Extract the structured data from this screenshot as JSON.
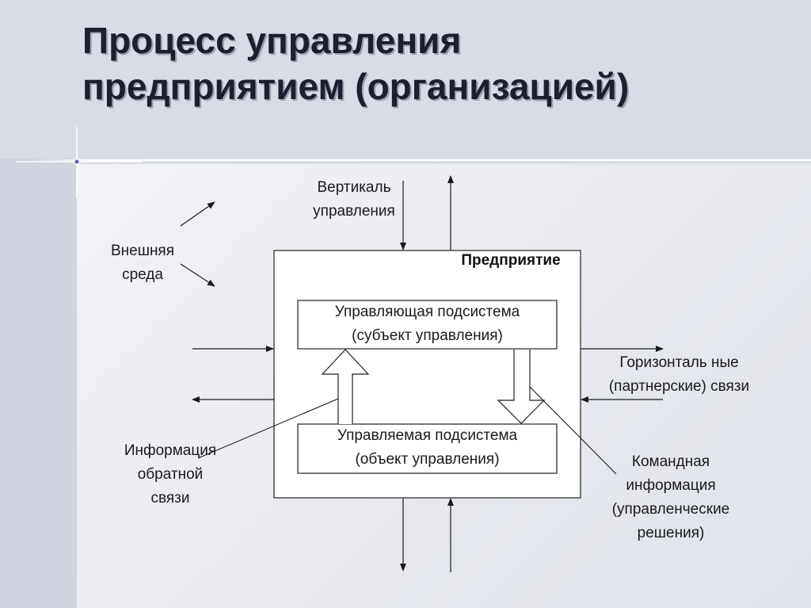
{
  "title": {
    "line1": "Процесс управления",
    "line2": "предприятием (организацией)"
  },
  "diagram": {
    "enterprise_label": "Предприятие",
    "managing_subsystem": {
      "line1": "Управляющая подсистема",
      "line2": "(субъект управления)"
    },
    "managed_subsystem": {
      "line1": "Управляемая подсистема",
      "line2": "(объект управления)"
    },
    "vertical_label": {
      "line1": "Вертикаль",
      "line2": "управления"
    },
    "external_env": {
      "line1": "Внешняя",
      "line2": "среда"
    },
    "feedback": {
      "line1": "Информация",
      "line2": "обратной",
      "line3": "связи"
    },
    "horizontal": {
      "line1": "Горизонталь ные",
      "line2": "(партнерские) связи"
    },
    "command": {
      "line1": "Командная",
      "line2": "информация",
      "line3": "(управленческие",
      "line4": "решения)"
    }
  }
}
